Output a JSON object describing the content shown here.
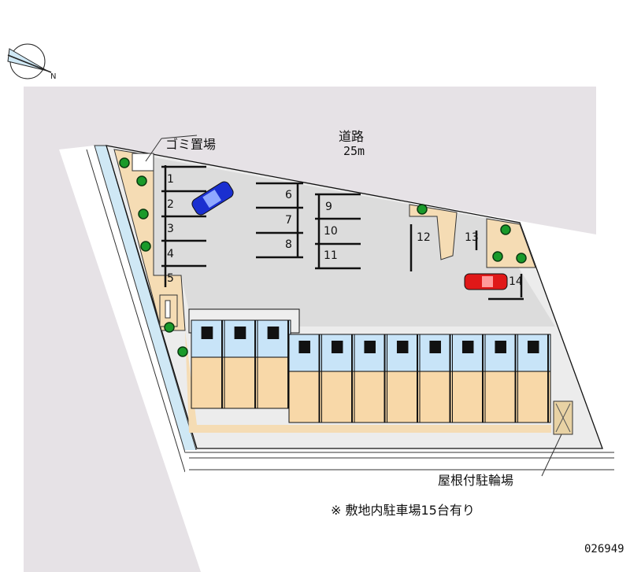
{
  "road": {
    "name": "道路",
    "width": "25m"
  },
  "labels": {
    "trash": "ゴミ置場",
    "bike_parking": "屋根付駐輪場",
    "note": "※ 敷地内駐車場15台有り",
    "code": "026949"
  },
  "parking_spots": [
    "1",
    "2",
    "3",
    "4",
    "5",
    "6",
    "7",
    "8",
    "9",
    "10",
    "11",
    "12",
    "13",
    "14"
  ],
  "icons": {
    "compass": "compass-icon",
    "car_blue": "car-icon",
    "car_red": "car-icon",
    "tree": "tree-icon"
  },
  "colors": {
    "road": "#e6e2e6",
    "lot": "#dcdcdc",
    "landscape": "#f5dcb4",
    "unit_wet": "#c8e4f8",
    "unit_room": "#f8d8a8",
    "car_blue": "#1a2fd0",
    "car_red": "#e01818",
    "tree": "#1a9a2a"
  }
}
